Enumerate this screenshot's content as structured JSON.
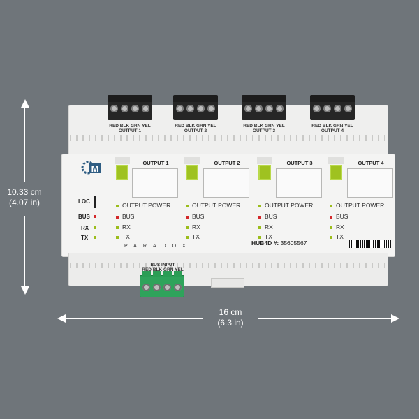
{
  "dimensions": {
    "height_label": "10.33 cm",
    "height_sub": "(4.07 in)",
    "width_label": "16 cm",
    "width_sub": "(6.3 in)"
  },
  "device": {
    "brand": "PARADOX",
    "model": "HUB4D",
    "serial_prefix": "#:",
    "serial": "35605567",
    "loc_label": "LOC",
    "left_status": [
      "BUS",
      "RX",
      "TX"
    ],
    "outputs": [
      {
        "title": "OUTPUT 1",
        "terminal": "RED BLK GRN YEL",
        "terminal_sub": "OUTPUT 1"
      },
      {
        "title": "OUTPUT 2",
        "terminal": "RED BLK GRN YEL",
        "terminal_sub": "OUTPUT 2"
      },
      {
        "title": "OUTPUT 3",
        "terminal": "RED BLK GRN YEL",
        "terminal_sub": "OUTPUT 3"
      },
      {
        "title": "OUTPUT 4",
        "terminal": "RED BLK GRN YEL",
        "terminal_sub": "OUTPUT 4"
      }
    ],
    "status_labels": [
      "OUTPUT POWER",
      "BUS",
      "RX",
      "TX"
    ],
    "bus_input_title": "BUS INPUT",
    "bus_input_colors": "RED BLK GRN YEL"
  }
}
